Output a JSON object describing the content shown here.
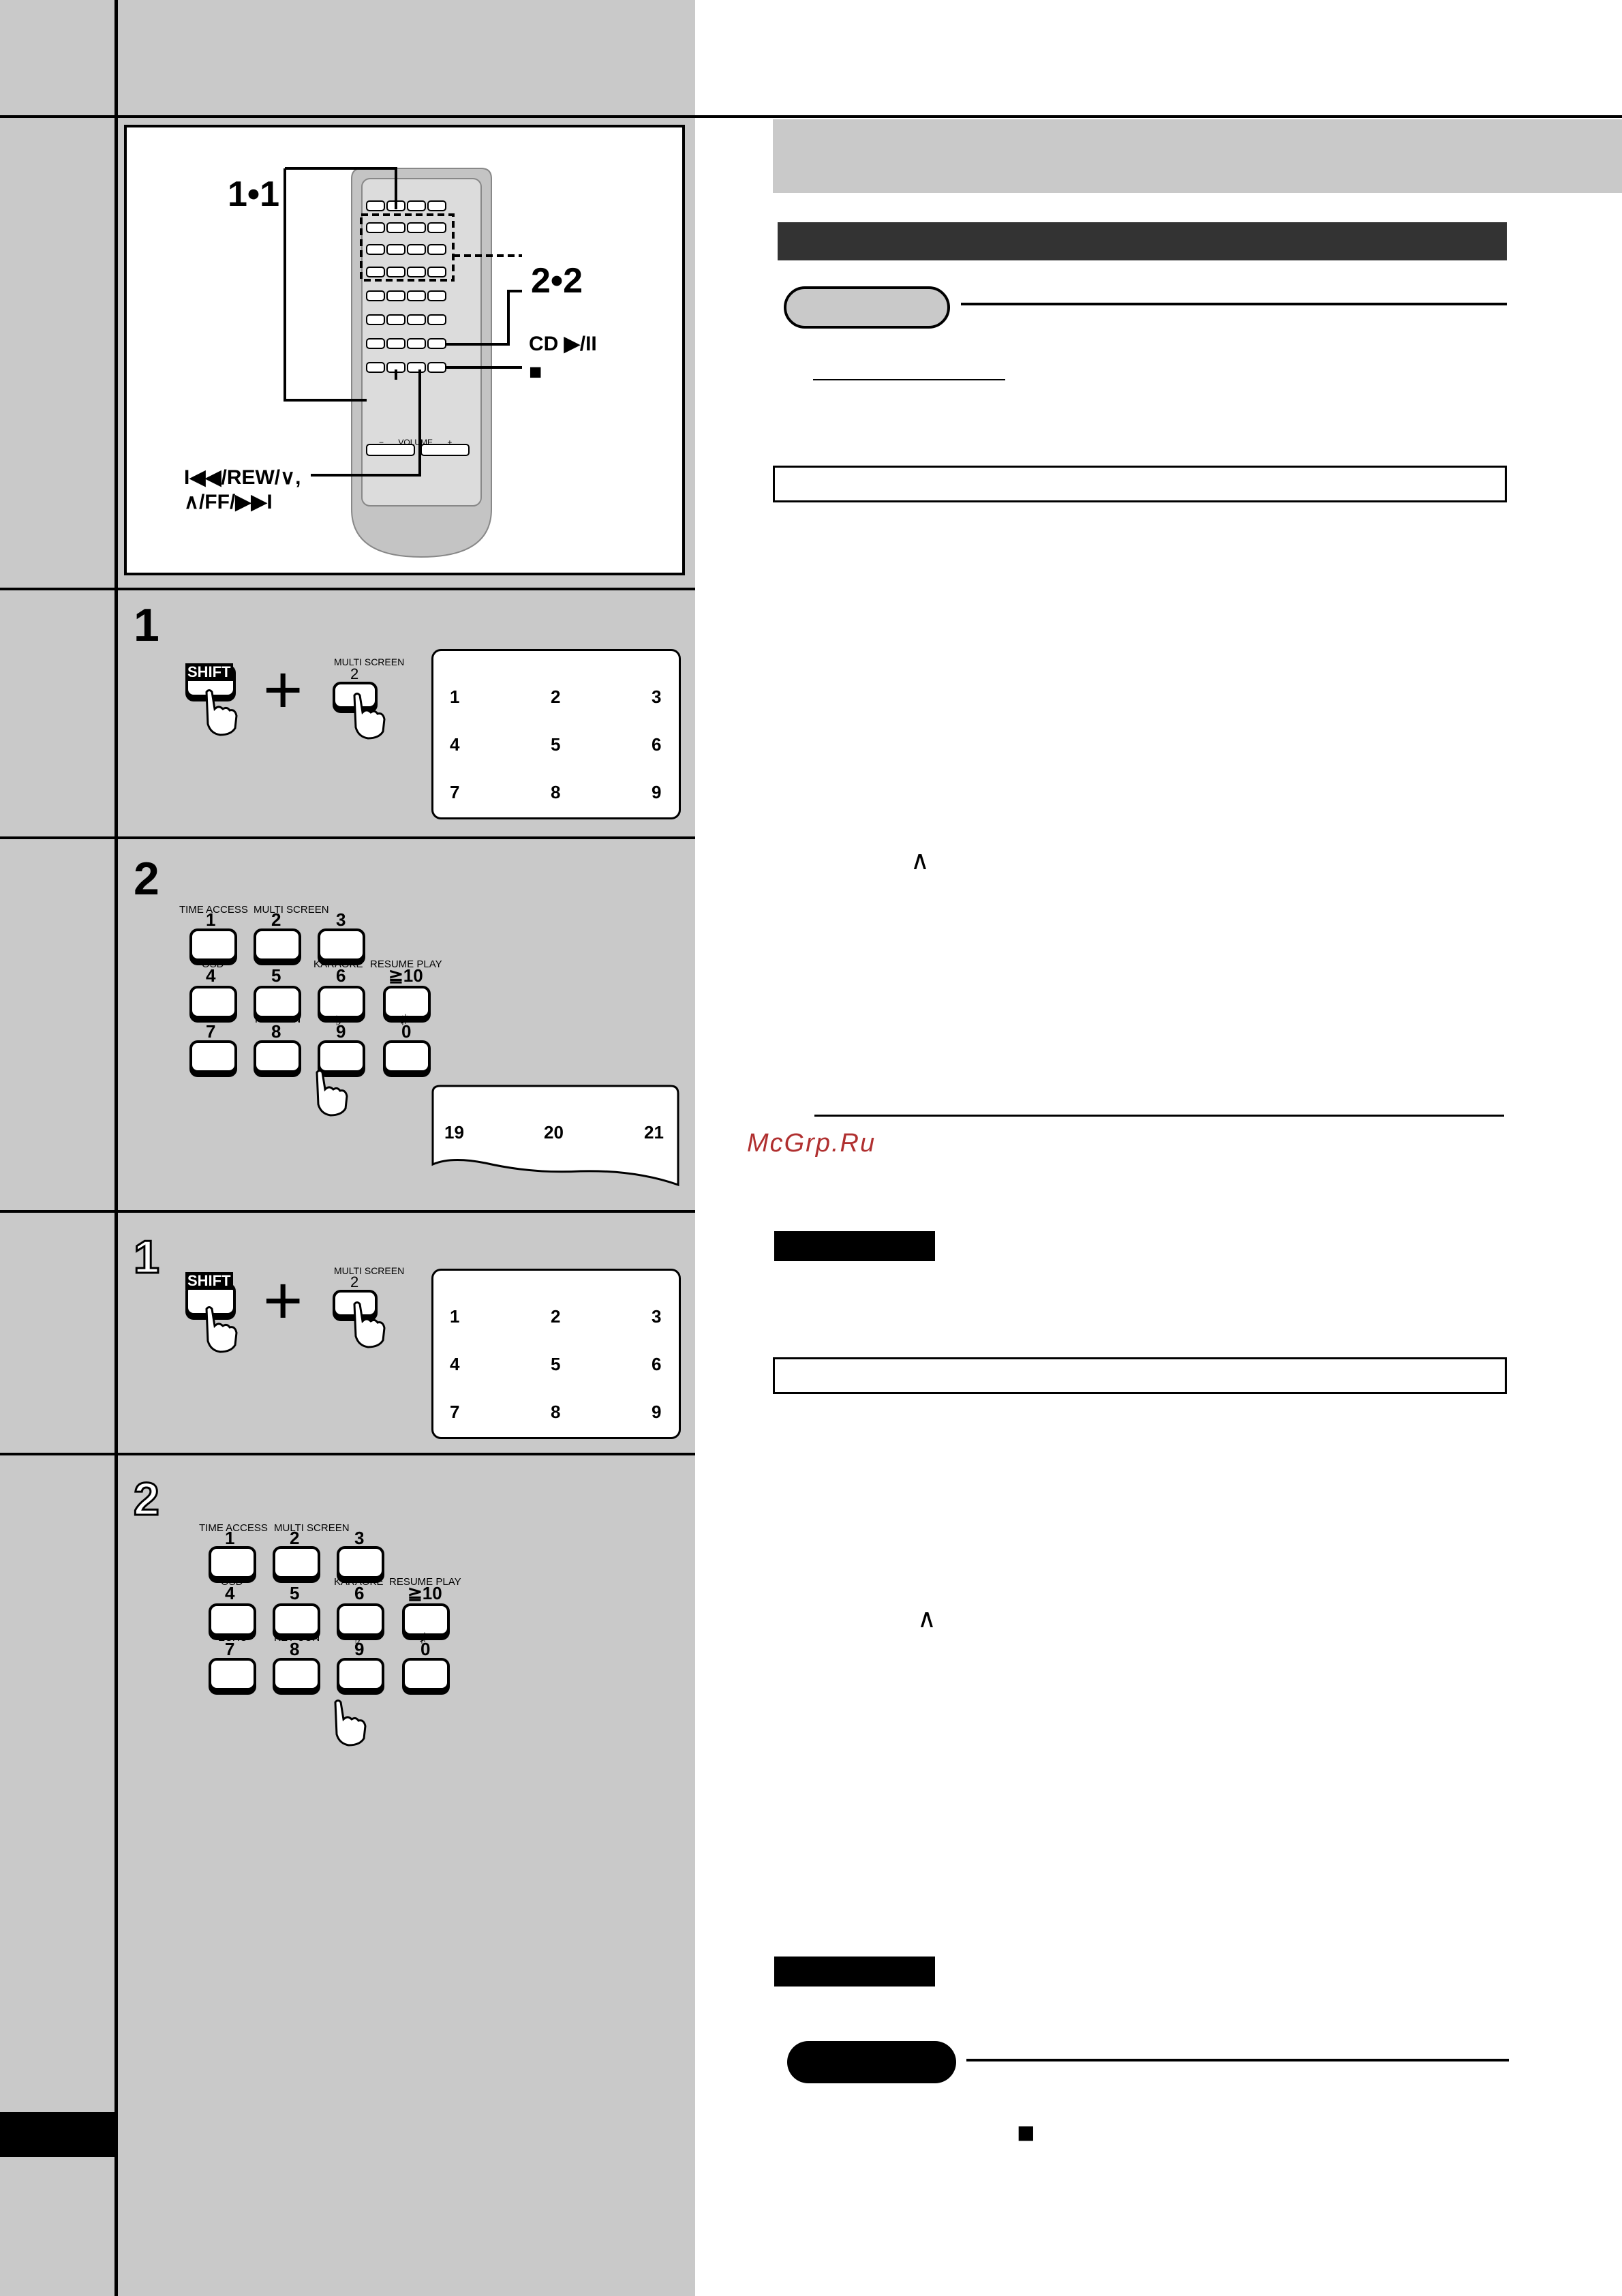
{
  "remote_figure": {
    "callout_1": "1•1",
    "callout_2": "2•2",
    "label_cd": "CD ▶/II",
    "label_stop": "■",
    "label_skip_line1": "I◀◀/REW/∨,",
    "label_skip_line2": "∧/FF/▶▶I",
    "remote_small": {
      "volume": "VOLUME",
      "minus": "−",
      "plus": "+"
    }
  },
  "steps": [
    {
      "number": "1",
      "style": "solid",
      "shift_label": "SHIFT",
      "key_caption": "MULTI SCREEN",
      "key_number": "2",
      "plus": "+",
      "screen": [
        "1",
        "2",
        "3",
        "4",
        "5",
        "6",
        "7",
        "8",
        "9"
      ]
    },
    {
      "number": "2",
      "style": "solid",
      "keypad": {
        "row1_labels": [
          "TIME ACCESS",
          "MULTI SCREEN",
          ""
        ],
        "row1_nums": [
          "1",
          "2",
          "3"
        ],
        "row2_labels": [
          "OSD",
          "",
          "KARAOKE",
          "RESUME PLAY"
        ],
        "row2_nums": [
          "4",
          "5",
          "6",
          "≧10"
        ],
        "row3_labels": [
          "ECHO",
          "KEY CON",
          "♭",
          "♯"
        ],
        "row3_nums": [
          "7",
          "8",
          "9",
          "0"
        ]
      },
      "screen": [
        "19",
        "20",
        "21"
      ]
    },
    {
      "number": "1",
      "style": "outline",
      "shift_label": "SHIFT",
      "key_caption": "MULTI SCREEN",
      "key_number": "2",
      "plus": "+",
      "screen": [
        "1",
        "2",
        "3",
        "4",
        "5",
        "6",
        "7",
        "8",
        "9"
      ]
    },
    {
      "number": "2",
      "style": "outline",
      "keypad": {
        "row1_labels": [
          "TIME ACCESS",
          "MULTI SCREEN",
          ""
        ],
        "row1_nums": [
          "1",
          "2",
          "3"
        ],
        "row2_labels": [
          "OSD",
          "",
          "KARAOKE",
          "RESUME PLAY"
        ],
        "row2_nums": [
          "4",
          "5",
          "6",
          "≧10"
        ],
        "row3_labels": [
          "ECHO",
          "KEY CON",
          "♭",
          "♯"
        ],
        "row3_nums": [
          "7",
          "8",
          "9",
          "0"
        ]
      }
    }
  ],
  "right_column": {
    "caret_1": "∧",
    "caret_2": "∧",
    "watermark": "McGrp.Ru",
    "stop_symbol": "■"
  }
}
